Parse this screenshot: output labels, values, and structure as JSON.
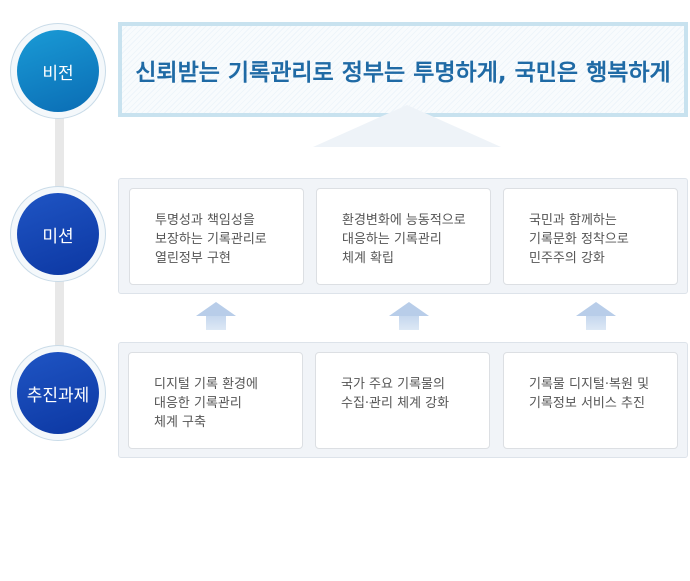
{
  "labels": {
    "vision": "비전",
    "mission": "미션",
    "tasks": "추진과제"
  },
  "vision_text": "신뢰받는 기록관리로 정부는 투명하게, 국민은 행복하게",
  "missions": [
    "투명성과 책임성을\n보장하는 기록관리로\n열린정부 구현",
    "환경변화에 능동적으로\n대응하는 기록관리\n체계 확립",
    "국민과 함께하는\n기록문화 정착으로\n민주주의 강화"
  ],
  "tasks": [
    "디지털 기록 환경에\n대응한 기록관리\n체계 구축",
    "국가 주요 기록물의\n수집·관리 체계 강화",
    "기록물 디지털·복원 및\n기록정보 서비스 추진"
  ]
}
